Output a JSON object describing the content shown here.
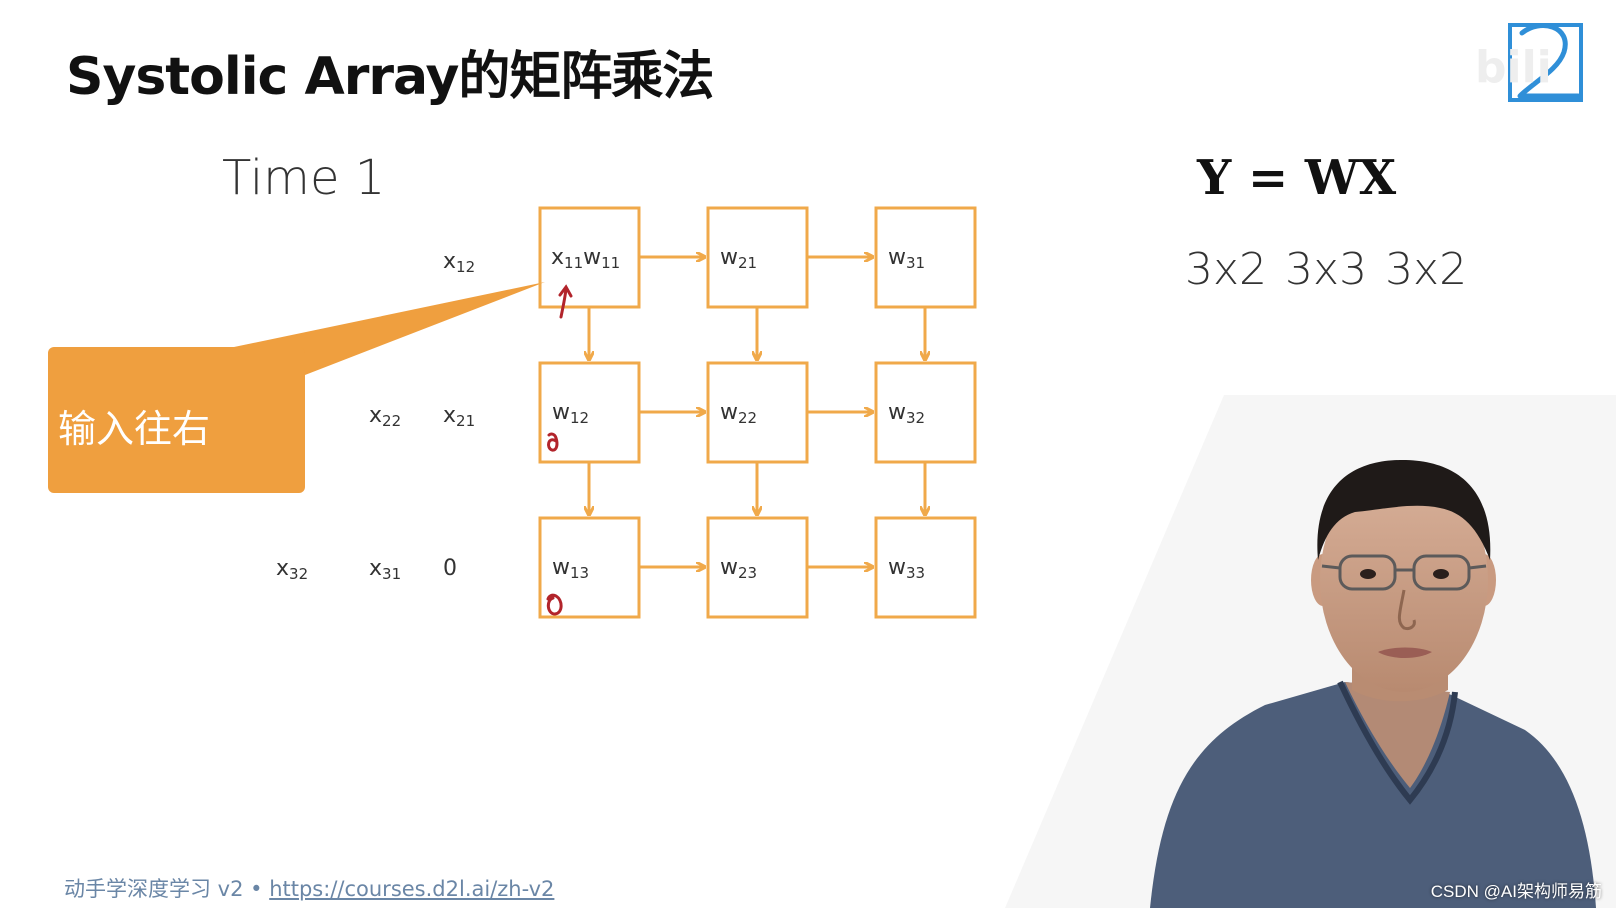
{
  "slide": {
    "title": "Systolic Array的矩阵乘法",
    "time_label": "Time 1",
    "equation": "Y = WX",
    "dims": [
      "3x2",
      "3x3",
      "3x2"
    ],
    "callout": "输入往右"
  },
  "inputs": {
    "row1": [
      {
        "base": "x",
        "sub": "12"
      }
    ],
    "row2": [
      {
        "base": "x",
        "sub": "22"
      },
      {
        "base": "x",
        "sub": "21"
      }
    ],
    "row3": [
      {
        "base": "x",
        "sub": "32"
      },
      {
        "base": "x",
        "sub": "31"
      },
      {
        "base": "0",
        "sub": ""
      }
    ]
  },
  "cells": [
    [
      {
        "prefix": "x",
        "prefix_sub": "11",
        "base": "w",
        "sub": "11"
      },
      {
        "prefix": "",
        "prefix_sub": "",
        "base": "w",
        "sub": "21"
      },
      {
        "prefix": "",
        "prefix_sub": "",
        "base": "w",
        "sub": "31"
      }
    ],
    [
      {
        "prefix": "",
        "prefix_sub": "",
        "base": "w",
        "sub": "12"
      },
      {
        "prefix": "",
        "prefix_sub": "",
        "base": "w",
        "sub": "22"
      },
      {
        "prefix": "",
        "prefix_sub": "",
        "base": "w",
        "sub": "32"
      }
    ],
    [
      {
        "prefix": "",
        "prefix_sub": "",
        "base": "w",
        "sub": "13"
      },
      {
        "prefix": "",
        "prefix_sub": "",
        "base": "w",
        "sub": "23"
      },
      {
        "prefix": "",
        "prefix_sub": "",
        "base": "w",
        "sub": "33"
      }
    ]
  ],
  "footer": {
    "course": "动手学深度学习 v2 • ",
    "url": "https://courses.d2l.ai/zh-v2"
  },
  "watermark": "CSDN @AI架构师易筋",
  "colors": {
    "accent": "#f0a94a",
    "callout": "#ef9f3f",
    "annotation": "#b2242b",
    "logo": "#2f8fd8"
  }
}
